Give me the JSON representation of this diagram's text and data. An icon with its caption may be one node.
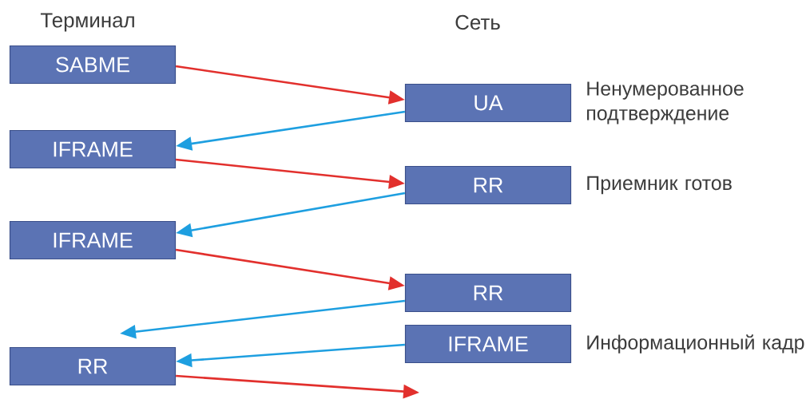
{
  "diagram": {
    "nodes": [
      {
        "text": [
          "SABME"
        ]
      },
      {
        "text": [
          "UA"
        ],
        "beside": [
          "Ненумерованное подтверждение"
        ]
      },
      {
        "text": [
          "IFRAME"
        ]
      },
      {
        "text": [
          "RR"
        ],
        "beside": [
          "Приемник готов"
        ]
      },
      {
        "text": [
          "IFRAME"
        ]
      },
      {
        "text": [
          "RR"
        ]
      },
      {
        "text": [
          "IFRAME"
        ],
        "beside": [
          "Информационный кадр"
        ]
      },
      {
        "text": [
          "RR"
        ]
      }
    ],
    "edges": [
      {
        "from": 0,
        "to": 1,
        "arrow": "to",
        "color": "#e2302d"
      },
      {
        "from": 1,
        "to": 2,
        "arrow": "to",
        "color": "#1e9fe0"
      },
      {
        "from": 2,
        "to": 3,
        "arrow": "to",
        "color": "#e2302d"
      },
      {
        "from": 3,
        "to": 4,
        "arrow": "to",
        "color": "#1e9fe0"
      },
      {
        "from": 4,
        "to": 5,
        "arrow": "to",
        "color": "#e2302d"
      },
      {
        "from": 5,
        "to": null,
        "arrow": "to",
        "color": "#1e9fe0"
      },
      {
        "from": 6,
        "to": 7,
        "arrow": "to",
        "color": "#1e9fe0"
      },
      {
        "from": 7,
        "to": null,
        "arrow": "to",
        "color": "#e2302d"
      }
    ],
    "labels": [
      "Терминал",
      "Сеть"
    ]
  }
}
